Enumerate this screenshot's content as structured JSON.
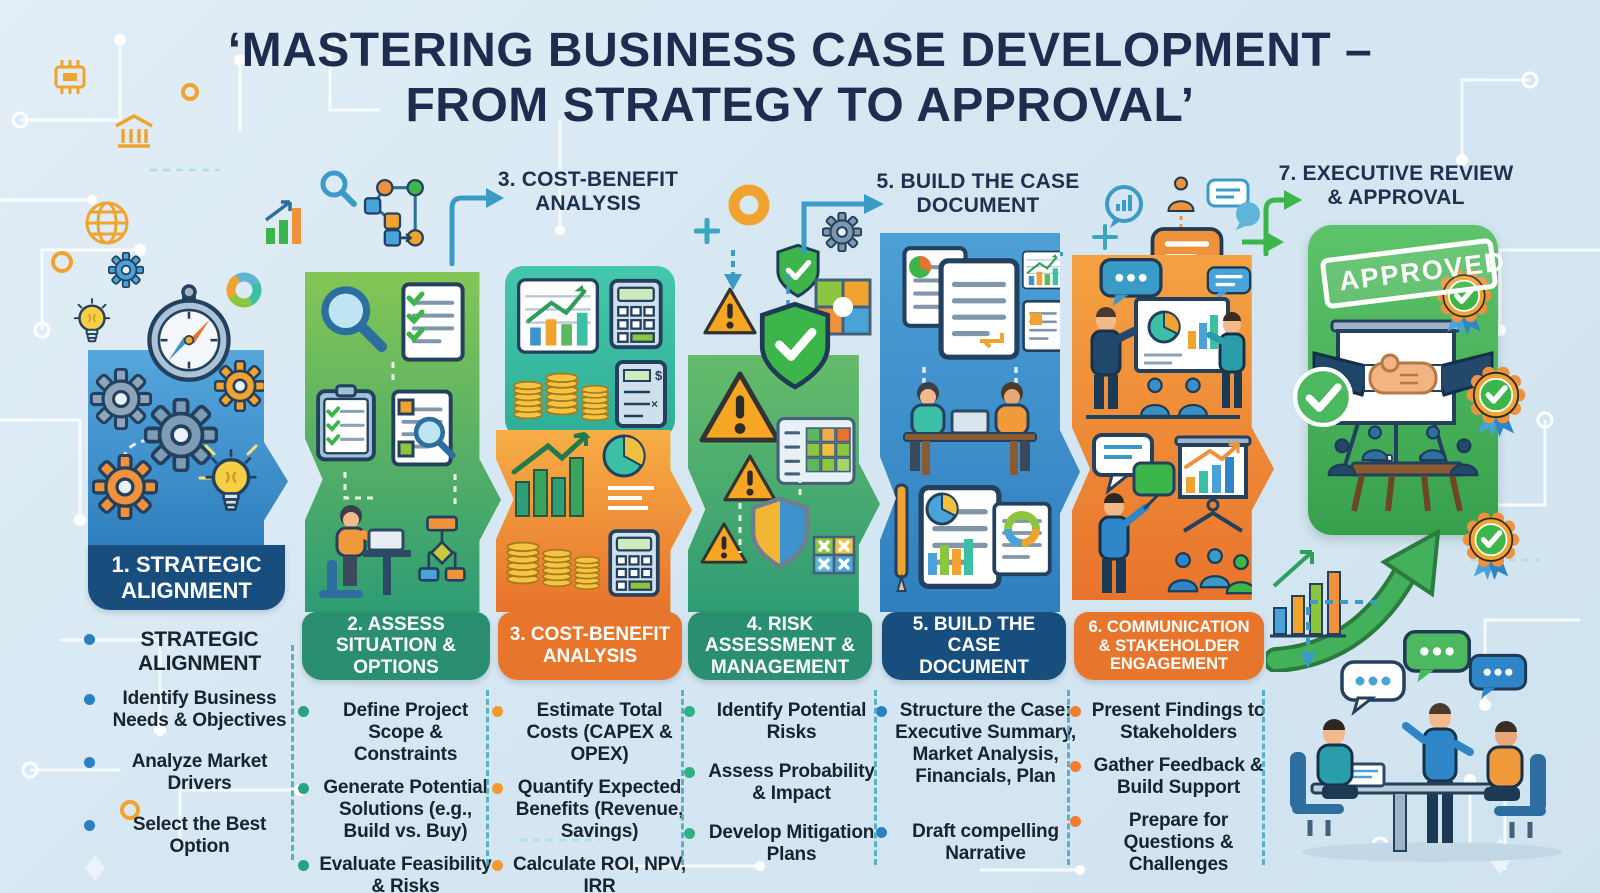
{
  "title": {
    "line1": "‘MASTERING BUSINESS CASE DEVELOPMENT –",
    "line2": "FROM STRATEGY TO APPROVAL’"
  },
  "columns": [
    {
      "num": "1",
      "header": "1. STRATEGIC ALIGNMENT",
      "band_color": "#174e7e",
      "box_color": "#3d93cc",
      "bullet_dot_color": "#2b7fc4",
      "bullets": [
        "STRATEGIC ALIGNMENT",
        "Identify Business Needs & Objectives",
        "Analyze Market Drivers",
        "Select the Best Option"
      ]
    },
    {
      "num": "2",
      "header": "2. ASSESS SITUATION & OPTIONS",
      "band_color": "#2a8f70",
      "box_color": "#5cb65e",
      "bullet_dot_color": "#29a183",
      "bullets": [
        "Define Project Scope & Constraints",
        "Generate Potential Solutions (e.g., Build vs. Buy)",
        "Evaluate Feasibility & Risks"
      ]
    },
    {
      "num": "3",
      "top_label": "3. COST-BENEFIT ANALYSIS",
      "header": "3. COST-BENEFIT ANALYSIS",
      "band_color": "#e8752c",
      "box_color": "#f09a3c",
      "bullet_dot_color": "#f29a2e",
      "bullets": [
        "Estimate Total Costs (CAPEX & OPEX)",
        "Quantify Expected Benefits (Revenue, Savings)",
        "Calculate ROI, NPV, IRR"
      ]
    },
    {
      "num": "4",
      "header": "4. RISK ASSESSMENT & MANAGEMENT",
      "band_color": "#2a8f70",
      "box_color": "#57b269",
      "bullet_dot_color": "#2eb184",
      "bullets": [
        "Identify Potential Risks",
        "Assess Probability & Impact",
        "Develop Mitigation Plans"
      ]
    },
    {
      "num": "5",
      "top_label": "5. BUILD THE CASE DOCUMENT",
      "header": "5. BUILD THE CASE DOCUMENT",
      "band_color": "#174e7e",
      "box_color": "#419bd2",
      "bullet_dot_color": "#2b7fc4",
      "bullets": [
        "Structure the Case: Executive Summary, Market Analysis, Financials, Plan",
        "Draft compelling Narrative"
      ]
    },
    {
      "num": "6",
      "header": "6. COMMUNICATION & STAKEHOLDER ENGAGEMENT",
      "band_color": "#e8752c",
      "box_color": "#f0913c",
      "bullet_dot_color": "#f07d30",
      "bullets": [
        "Present Findings to Stakeholders",
        "Gather Feedback & Build Support",
        "Prepare for Questions & Challenges"
      ]
    },
    {
      "num": "7",
      "top_label": "7. EXECUTIVE REVIEW & APPROVAL",
      "stamp": "APPROVED",
      "box_color": "#49b45a"
    }
  ],
  "colors": {
    "background": "#d8e8f2",
    "title_text": "#1d2c4f",
    "separator_dash": "#43a8bf",
    "bullet_text": "#18232d"
  }
}
